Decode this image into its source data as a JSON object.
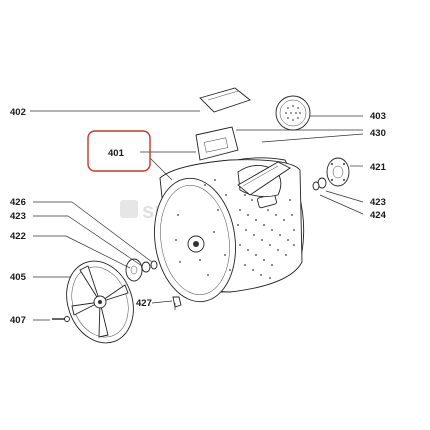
{
  "diagram": {
    "watermark": "spares",
    "highlight_color": "#c0392b",
    "labels": {
      "l402": "402",
      "l403": "403",
      "l430": "430",
      "l401": "401",
      "l421": "421",
      "l426": "426",
      "l423a": "423",
      "l423b": "423",
      "l424": "424",
      "l422": "422",
      "l405": "405",
      "l427": "427",
      "l407": "407"
    }
  }
}
